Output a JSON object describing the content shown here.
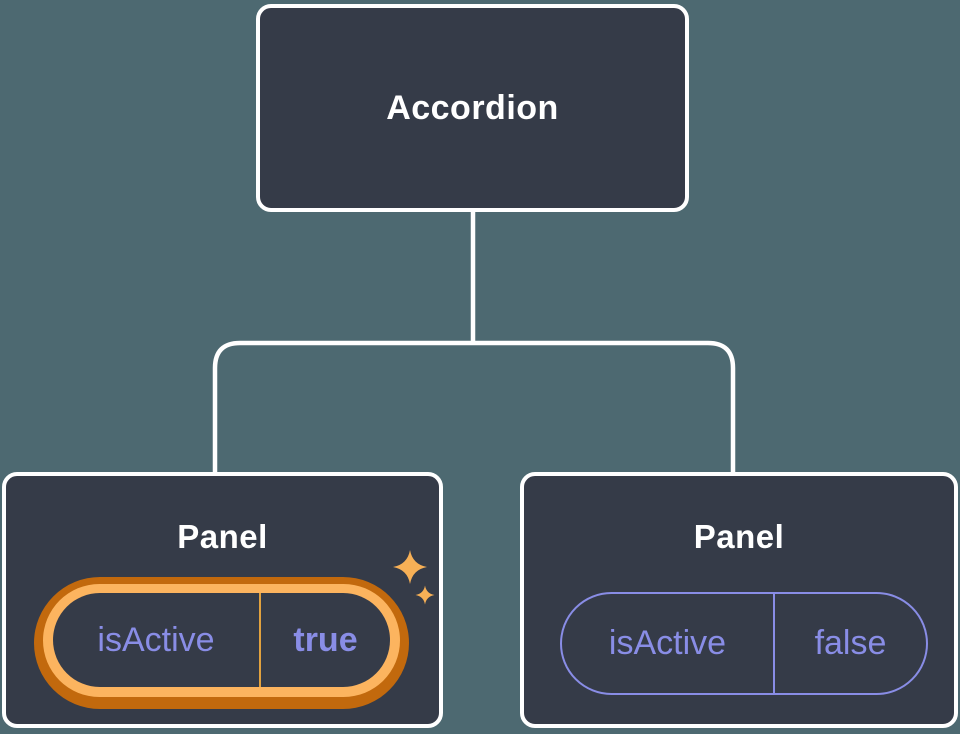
{
  "diagram": {
    "root": {
      "label": "Accordion"
    },
    "panels": [
      {
        "label": "Panel",
        "prop_name": "isActive",
        "prop_value": "true",
        "state": "active",
        "highlight": "orange-ring",
        "icon": "sparkles-icon"
      },
      {
        "label": "Panel",
        "prop_name": "isActive",
        "prop_value": "false",
        "state": "inactive"
      }
    ],
    "colors": {
      "background": "#4d6971",
      "node_fill": "#353b48",
      "node_border": "#ffffff",
      "connector": "#ffffff",
      "prop_text": "#898de6",
      "highlight_ring_outer": "#c2690d",
      "highlight_ring_inner": "#fcb45f",
      "pill_divider_active": "#e2a23f",
      "sparkle": "#f7b056"
    }
  }
}
